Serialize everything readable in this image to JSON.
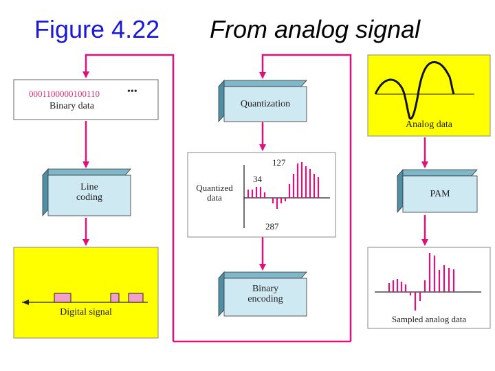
{
  "title": {
    "left": "Figure 4.22",
    "right": "From analog signal"
  },
  "colors": {
    "arrow": "#e0107a",
    "box_fill": "#cfe9f2",
    "box_side": "#4e8fa6",
    "panel_yellow": "#ffff00",
    "pulse": "#f2a0c8",
    "bit_pink": "#ee6a9a"
  },
  "binary_data": {
    "bits": "0001100000100110",
    "ellipsis": "•••",
    "label": "Binary data"
  },
  "line_coding": {
    "line1": "Line",
    "line2": "coding"
  },
  "digital_signal": {
    "label": "Digital signal"
  },
  "quantization": {
    "label": "Quantization"
  },
  "quantized": {
    "label1": "Quantized",
    "label2": "data",
    "value_127": "127",
    "value_34": "34",
    "value_287": "287"
  },
  "binary_encoding": {
    "line1": "Binary",
    "line2": "encoding"
  },
  "analog_data": {
    "label": "Analog data"
  },
  "pam": {
    "label": "PAM"
  },
  "sampled": {
    "label": "Sampled analog data"
  }
}
